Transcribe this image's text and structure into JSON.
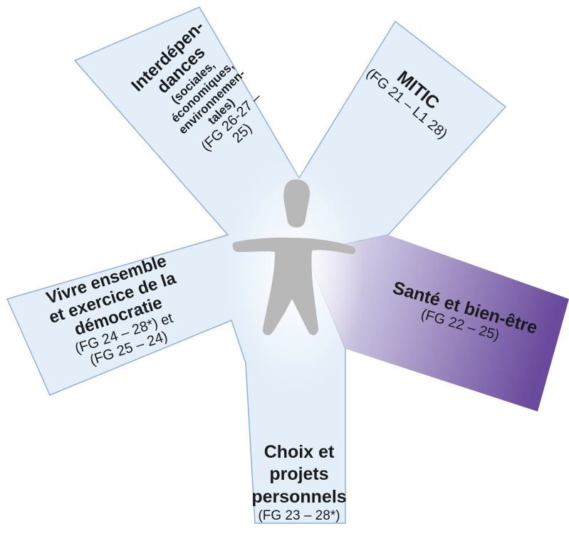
{
  "colors": {
    "arm_fill": "#e3eef9",
    "arm_stroke": "#8fb1d8",
    "health_start": "#eef0fa",
    "health_end": "#6a4a9c",
    "figure": "#b8b8b8",
    "text": "#1a1a1a"
  },
  "icons": {
    "center_figure": "person-figure-icon"
  },
  "arms": {
    "interdependances": {
      "title_lines": [
        "Interdépen-",
        "dances"
      ],
      "sub_lines": [
        "(sociales,",
        "économiques,",
        "environnemen-",
        "tales)"
      ],
      "ref_lines": [
        "(FG 26-27 –",
        "25)"
      ]
    },
    "mitic": {
      "title": "MITIC",
      "ref": "(FG 21 – L1 28)"
    },
    "sante": {
      "title": "Santé et bien-être",
      "ref": "(FG 22 – 25)"
    },
    "vivre": {
      "title_lines": [
        "Vivre ensemble",
        "et exercice de la",
        "démocratie"
      ],
      "ref_lines": [
        "(FG 24 – 28*) et",
        "(FG 25 – 24)"
      ]
    },
    "choix": {
      "title_lines": [
        "Choix et",
        "projets",
        "personnels"
      ],
      "ref": "(FG 23 – 28*)"
    }
  }
}
